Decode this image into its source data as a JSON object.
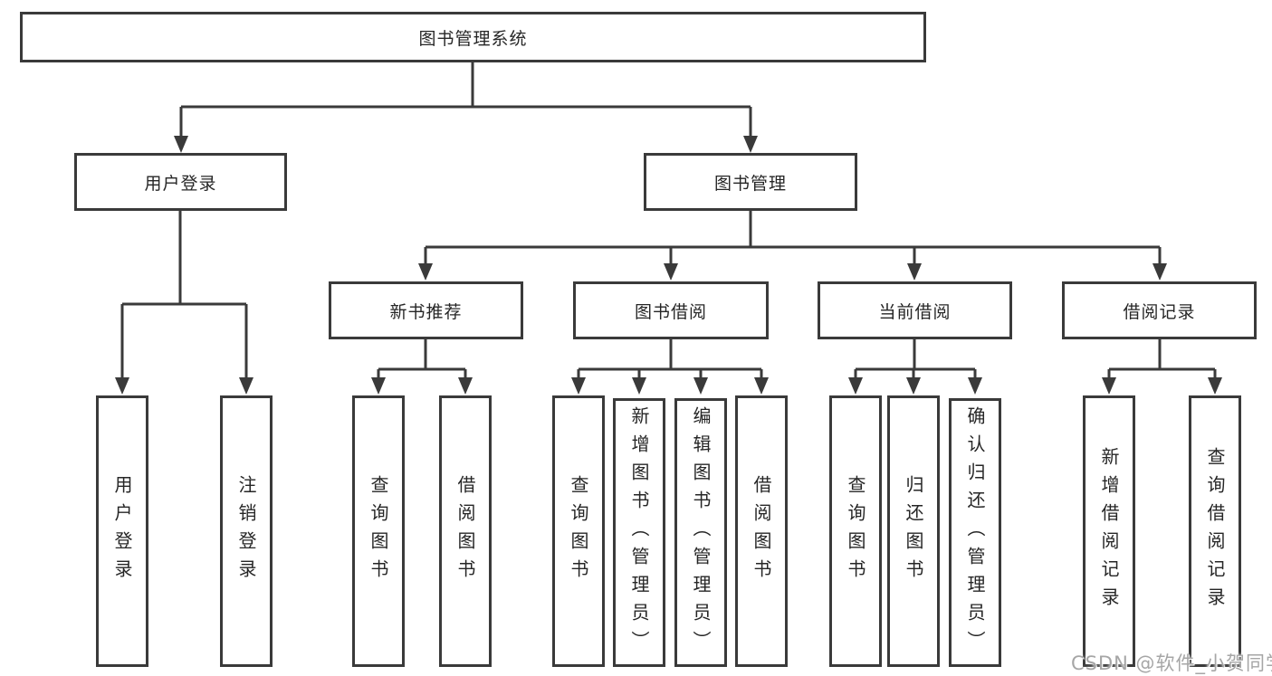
{
  "nodes": {
    "root": {
      "label": "图书管理系统"
    },
    "level2": [
      {
        "label": "用户登录"
      },
      {
        "label": "图书管理"
      }
    ],
    "level3": [
      {
        "label": "新书推荐"
      },
      {
        "label": "图书借阅"
      },
      {
        "label": "当前借阅"
      },
      {
        "label": "借阅记录"
      }
    ],
    "leaves": [
      {
        "label": "用户登录"
      },
      {
        "label": "注销登录"
      },
      {
        "label": "查询图书"
      },
      {
        "label": "借阅图书"
      },
      {
        "label": "查询图书"
      },
      {
        "label": "新增图书（管理员）"
      },
      {
        "label": "编辑图书（管理员）"
      },
      {
        "label": "借阅图书"
      },
      {
        "label": "查询图书"
      },
      {
        "label": "归还图书"
      },
      {
        "label": "确认归还（管理员）"
      },
      {
        "label": "新增借阅记录"
      },
      {
        "label": "查询借阅记录"
      }
    ]
  },
  "hierarchy": {
    "图书管理系统": [
      "用户登录",
      "图书管理"
    ],
    "用户登录": [
      "用户登录",
      "注销登录"
    ],
    "图书管理": [
      "新书推荐",
      "图书借阅",
      "当前借阅",
      "借阅记录"
    ],
    "新书推荐": [
      "查询图书",
      "借阅图书"
    ],
    "图书借阅": [
      "查询图书",
      "新增图书（管理员）",
      "编辑图书（管理员）",
      "借阅图书"
    ],
    "当前借阅": [
      "查询图书",
      "归还图书",
      "确认归还（管理员）"
    ],
    "借阅记录": [
      "新增借阅记录",
      "查询借阅记录"
    ]
  },
  "watermark": {
    "text": "CSDN @软件_小贺同学"
  },
  "colors": {
    "line": "#3a3a3a",
    "text": "#262626",
    "background": "#ffffff",
    "watermark": "#a6a6a6"
  }
}
